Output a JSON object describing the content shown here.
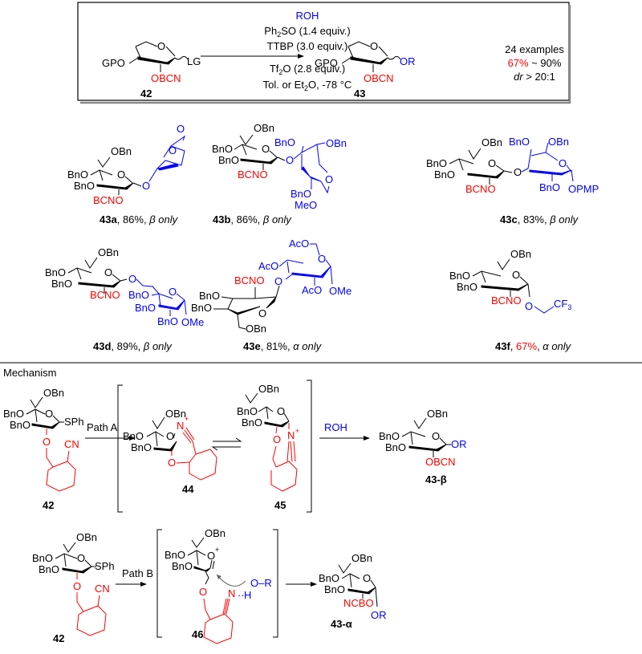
{
  "scheme": {
    "box": {
      "reactant": {
        "label": "42",
        "gpo": "GPO",
        "lg": "LG",
        "obcn": "OBCN",
        "ring_o": "O"
      },
      "conditions": {
        "above": [
          "ROH",
          "Ph2SO (1.4 equiv.)",
          "TTBP (3.0 equiv.)"
        ],
        "below": [
          "Tf2O (2.8 equiv.)",
          "Tol. or Et2O, -78 °C"
        ]
      },
      "product": {
        "label": "43",
        "gpo": "GPO",
        "or": "OR",
        "obcn": "OBCN",
        "ring_o": "O"
      },
      "summary": {
        "examples": "24 examples",
        "yield_low": "67%",
        "yield_sep": " ~ 90%",
        "dr_prefix": "dr",
        "dr_value": " > 20:1"
      }
    },
    "examples": [
      {
        "id": "43a",
        "yield": "86%",
        "selectivity": "β only"
      },
      {
        "id": "43b",
        "yield": "86%",
        "selectivity": "β only"
      },
      {
        "id": "43c",
        "yield": "83%",
        "selectivity": "β only"
      },
      {
        "id": "43d",
        "yield": "89%",
        "selectivity": "β only"
      },
      {
        "id": "43e",
        "yield": "81%",
        "selectivity": "α only"
      },
      {
        "id": "43f",
        "yield": "67%",
        "selectivity": "α  only"
      }
    ],
    "groups": {
      "obn": "OBn",
      "bno": "BnO",
      "bcno": "BCNO",
      "aco": "AcO",
      "ome": "OMe",
      "meo": "MeO",
      "opmp": "OPMP",
      "o": "O",
      "cf3": "CF3",
      "sph": "SPh",
      "cn": "CN",
      "or": "OR",
      "obcn": "OBCN",
      "ncbo": "NCBO",
      "nplus": "N",
      "oplus": "O",
      "h": "H",
      "o_r": "O–R"
    },
    "mechanism": {
      "title": "Mechanism",
      "path_a": {
        "label": "Path A",
        "reagent": "ROH",
        "compounds": [
          "42",
          "44",
          "45",
          "43-β"
        ]
      },
      "path_b": {
        "label": "Path B",
        "compounds": [
          "42",
          "46",
          "43-α"
        ]
      }
    }
  }
}
